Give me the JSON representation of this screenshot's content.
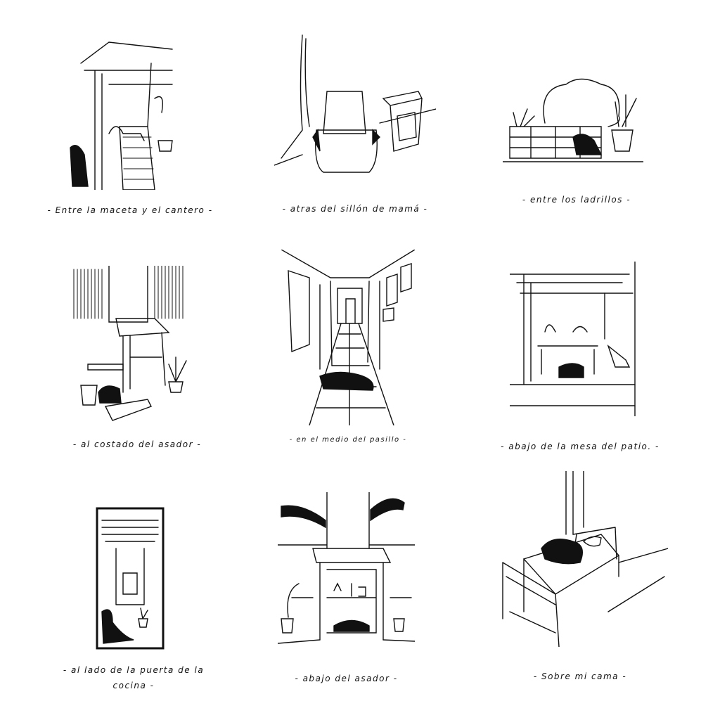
{
  "panels": [
    {
      "caption": "- Entre la maceta y el cantero -"
    },
    {
      "caption": "- atras del sillón de mamá -"
    },
    {
      "caption": "- entre los ladrillos -"
    },
    {
      "caption": "- al costado del asador -"
    },
    {
      "caption": "- en el medio del pasillo -"
    },
    {
      "caption": "- abajo de la mesa del patio. -"
    },
    {
      "caption": "- al lado de la puerta de la cocina -"
    },
    {
      "caption": "- abajo del asador -"
    },
    {
      "caption": "- Sobre mi cama -"
    }
  ]
}
